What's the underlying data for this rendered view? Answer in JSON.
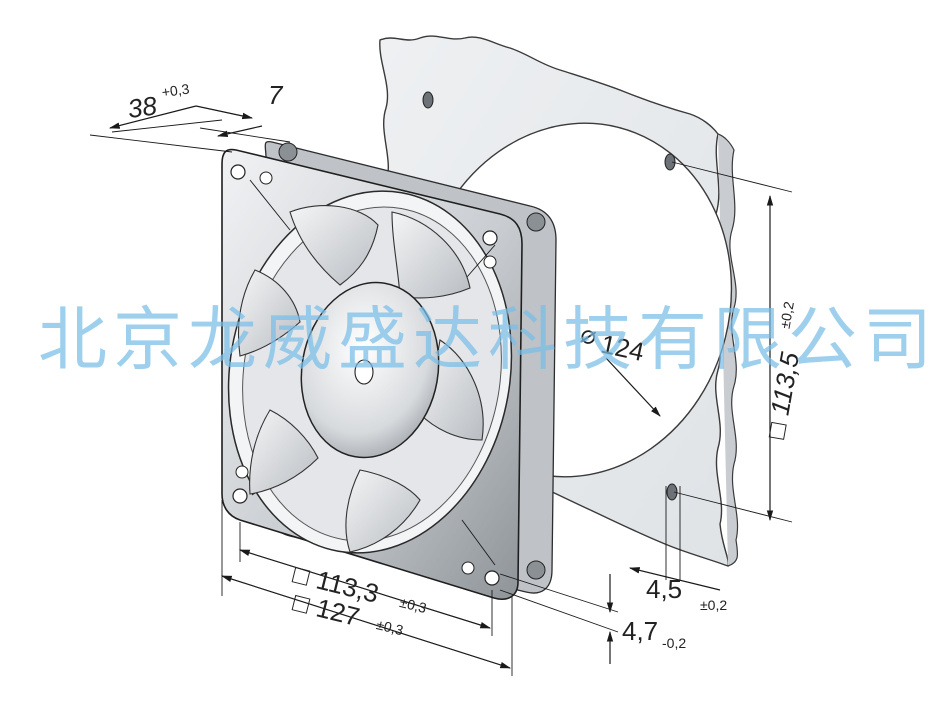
{
  "colors": {
    "panel": "#e9ecef",
    "panel_edge": "#3a3a3a",
    "frame": "#d8dbde",
    "frame_dark": "#8c9095",
    "blade": "#e3e5e8",
    "watermark": "#78bee8"
  },
  "watermark": {
    "text": "北京龙威盛达科技有限公司"
  },
  "dimensions": {
    "depth": {
      "value": "38",
      "tolerance": "+0,3"
    },
    "flange": {
      "value": "7"
    },
    "diameter": {
      "symbol": "⌀",
      "value": "124"
    },
    "panel_hole_spacing": {
      "symbol": "□",
      "value": "113,5",
      "tolerance": "±0,2"
    },
    "hole_spacing": {
      "symbol": "□",
      "value": "113,3",
      "tolerance": "±0,3"
    },
    "frame_size": {
      "symbol": "□",
      "value": "127",
      "tolerance": "±0,3"
    },
    "hole_diameter": {
      "value": "4,5",
      "tolerance": "±0,2"
    },
    "hole_depth": {
      "value": "4,7",
      "tolerance": "-0,2"
    }
  }
}
